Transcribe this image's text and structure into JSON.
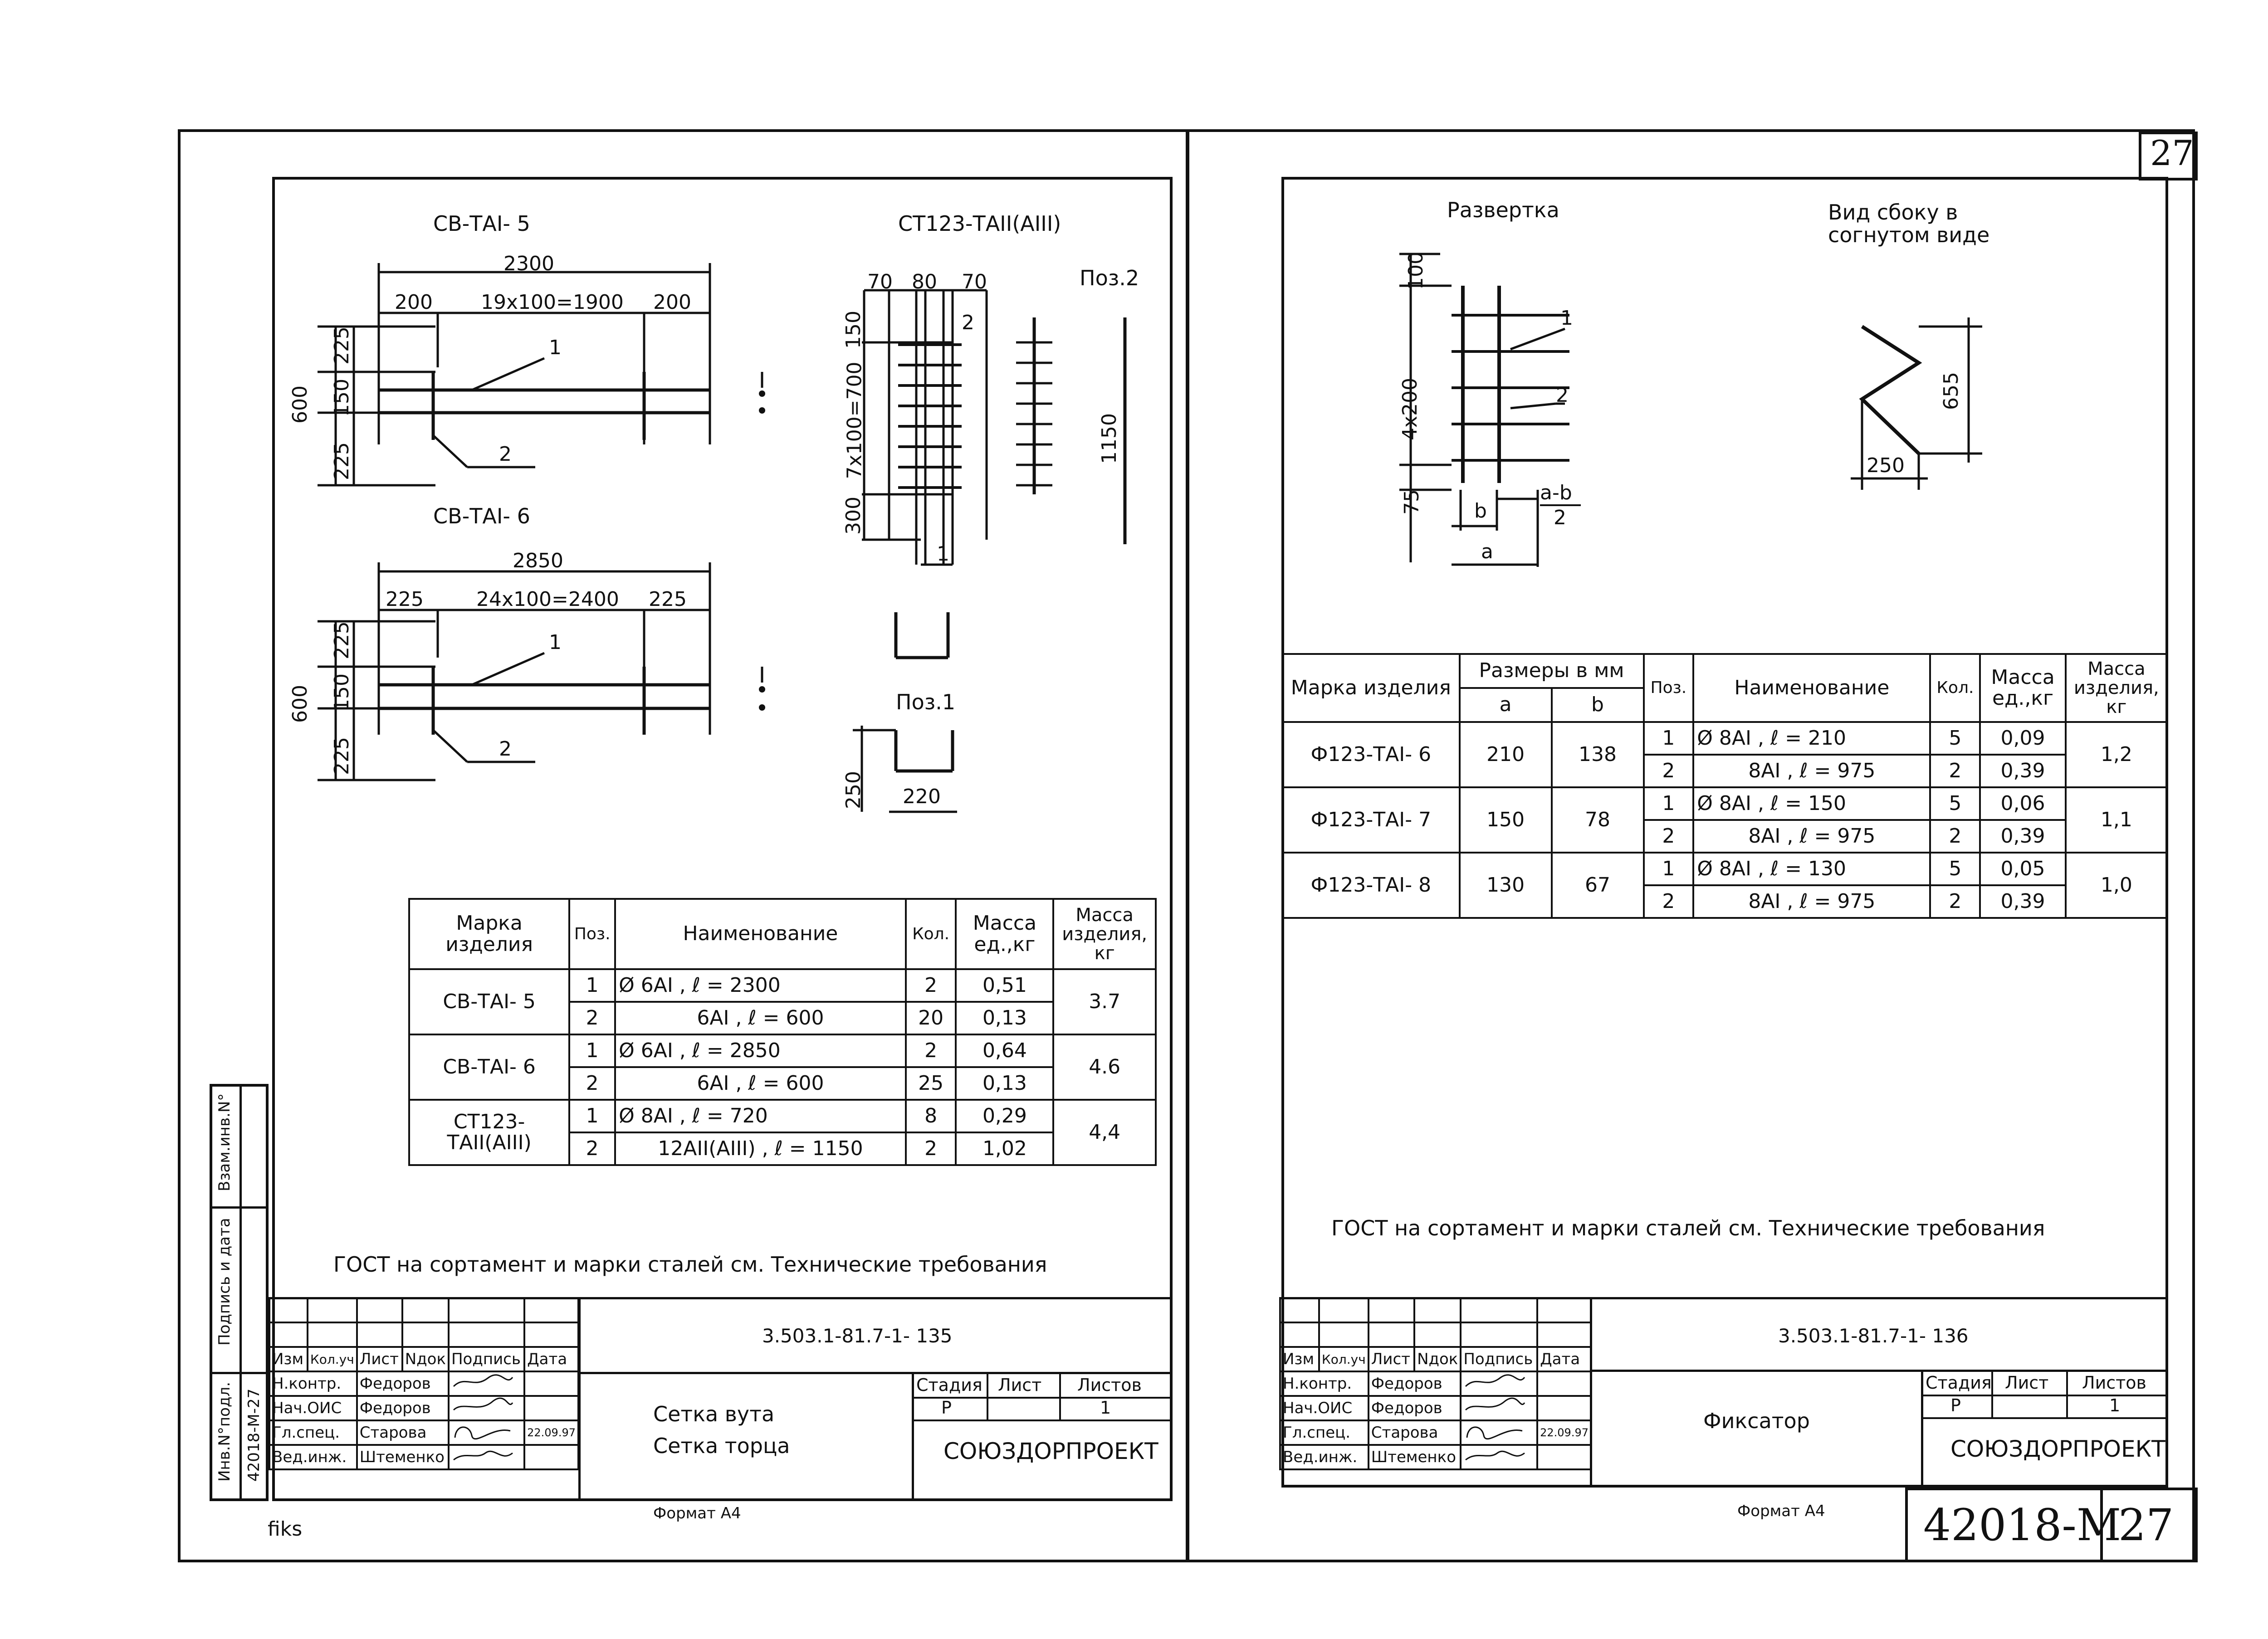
{
  "left": {
    "cb5": {
      "title": "СВ-ТАI- 5",
      "d_total": "2300",
      "d_left": "200",
      "d_mid": "19х100=1900",
      "d_right": "200",
      "h_total": "600",
      "h_top": "225",
      "h_mid": "150",
      "h_bot": "225",
      "pos1": "1",
      "pos2": "2"
    },
    "cb6": {
      "title": "СВ-ТАI- 6",
      "d_total": "2850",
      "d_left": "225",
      "d_mid": "24х100=2400",
      "d_right": "225",
      "h_total": "600",
      "h_top": "225",
      "h_mid": "150",
      "h_bot": "225",
      "pos1": "1",
      "pos2": "2"
    },
    "ct": {
      "title": "СТ123-ТАII(АIII)",
      "d70a": "70",
      "d80": "80",
      "d70b": "70",
      "d2": "2",
      "h150": "150",
      "h700": "7х100=700",
      "h300": "300",
      "pos1": "1",
      "pos2_label": "Поз.2",
      "pos2_len": "1150",
      "pos1_label": "Поз.1",
      "pos1_h": "250",
      "pos1_w": "220"
    },
    "spec": {
      "headers": {
        "mark": "Марка изделия",
        "pos": "Поз.",
        "name": "Наименование",
        "qty": "Кол.",
        "mass_unit": "Масса ед.,кг",
        "mass_item": "Масса изделия, кг"
      },
      "rows": [
        {
          "mark": "СВ-ТАI- 5",
          "mass": "3.7",
          "items": [
            {
              "pos": "1",
              "name": "Ø 6АI ,  ℓ  =  2300",
              "qty": "2",
              "unit": "0,51"
            },
            {
              "pos": "2",
              "name": "6АI ,  ℓ  =  600",
              "qty": "20",
              "unit": "0,13"
            }
          ]
        },
        {
          "mark": "СВ-ТАI- 6",
          "mass": "4.6",
          "items": [
            {
              "pos": "1",
              "name": "Ø 6АI ,  ℓ  =  2850",
              "qty": "2",
              "unit": "0,64"
            },
            {
              "pos": "2",
              "name": "6АI ,  ℓ  =  600",
              "qty": "25",
              "unit": "0,13"
            }
          ]
        },
        {
          "mark": "СТ123-ТАII(АIII)",
          "mass": "4,4",
          "items": [
            {
              "pos": "1",
              "name": "Ø 8АI ,       ℓ  =  720",
              "qty": "8",
              "unit": "0,29"
            },
            {
              "pos": "2",
              "name": "12АII(АIII) ,  ℓ  =  1150",
              "qty": "2",
              "unit": "1,02"
            }
          ]
        }
      ]
    },
    "gost_note": "ГОСТ на сортамент и марки сталей см. Технические требования",
    "doc_code": "3.503.1-81.7-1- 135",
    "title_line1": "Сетка вута",
    "title_line2": "Сетка торца",
    "format": "Формат А4",
    "footer_note": "fiks",
    "side_inv": "Инв.N°подл.",
    "side_inv_val": "42018-М-27",
    "side_sign": "Подпись и дата",
    "side_vzam": "Взам.инв.N°"
  },
  "right": {
    "sheet_corner": "27",
    "razvertka": {
      "title": "Развертка",
      "d100": "100",
      "d4x200": "4х200",
      "d75": "75",
      "pos1": "1",
      "pos2": "2",
      "b": "b",
      "a": "a",
      "frac_top": "a-b",
      "frac_bot": "2"
    },
    "vid": {
      "title_line1": "Вид сбоку в",
      "title_line2": "согнутом виде",
      "h": "655",
      "w": "250"
    },
    "spec": {
      "headers": {
        "mark": "Марка изделия",
        "dims": "Размеры в мм",
        "a": "a",
        "b": "b",
        "pos": "Поз.",
        "name": "Наименование",
        "qty": "Кол.",
        "mass_unit": "Масса ед.,кг",
        "mass_item": "Масса изделия, кг"
      },
      "rows": [
        {
          "mark": "Ф123-ТАI- 6",
          "a": "210",
          "b": "138",
          "mass": "1,2",
          "items": [
            {
              "pos": "1",
              "name": "Ø 8АI , ℓ  =  210",
              "qty": "5",
              "unit": "0,09"
            },
            {
              "pos": "2",
              "name": "8АI , ℓ  =  975",
              "qty": "2",
              "unit": "0,39"
            }
          ]
        },
        {
          "mark": "Ф123-ТАI- 7",
          "a": "150",
          "b": "78",
          "mass": "1,1",
          "items": [
            {
              "pos": "1",
              "name": "Ø 8АI , ℓ  =  150",
              "qty": "5",
              "unit": "0,06"
            },
            {
              "pos": "2",
              "name": "8АI , ℓ  =  975",
              "qty": "2",
              "unit": "0,39"
            }
          ]
        },
        {
          "mark": "Ф123-ТАI- 8",
          "a": "130",
          "b": "67",
          "mass": "1,0",
          "items": [
            {
              "pos": "1",
              "name": "Ø 8АI , ℓ  =  130",
              "qty": "5",
              "unit": "0,05"
            },
            {
              "pos": "2",
              "name": "8АI , ℓ  =  975",
              "qty": "2",
              "unit": "0,39"
            }
          ]
        }
      ]
    },
    "gost_note": "ГОСТ на сортамент и марки сталей см. Технические требования",
    "doc_code": "3.503.1-81.7-1- 136",
    "title": "Фиксатор",
    "format": "Формат А4",
    "stamp_code": "42018-М",
    "stamp_sheet": "27"
  },
  "titleblock": {
    "cols": {
      "izm": "Изм",
      "koluch": "Кол.уч",
      "list": "Лист",
      "ndok": "Nдок",
      "podpis": "Подпись",
      "data": "Дата"
    },
    "roles": [
      {
        "role": "Н.контр.",
        "name": "Федоров"
      },
      {
        "role": "Нач.ОИС",
        "name": "Федоров"
      },
      {
        "role": "Гл.спец.",
        "name": "Старова"
      },
      {
        "role": "Вед.инж.",
        "name": "Штеменко"
      }
    ],
    "date": "22.09.97",
    "stage_h": "Стадия",
    "list_h": "Лист",
    "listov_h": "Листов",
    "stage": "Р",
    "listov": "1",
    "org": "СОЮЗДОРПРОЕКТ"
  }
}
